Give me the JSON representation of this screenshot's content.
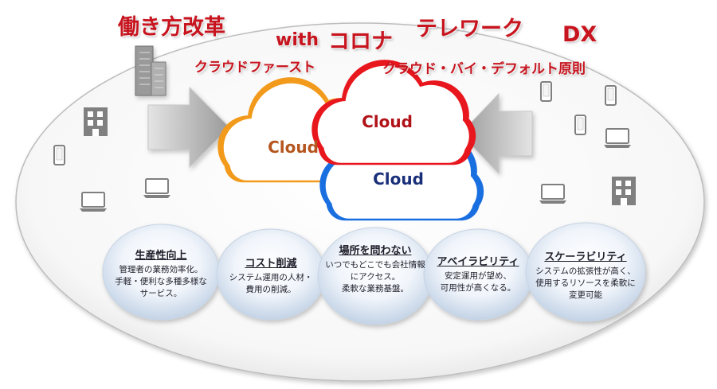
{
  "keywords": {
    "reform": "働き方改革",
    "with": "with",
    "corona": "コロナ",
    "telework": "テレワーク",
    "dx": "DX",
    "cloud_first": "クラウドファースト",
    "cloud_by_default": "クラウド・バイ・デフォルト原則"
  },
  "clouds": {
    "orange": "Cloud",
    "red": "Cloud",
    "blue": "Cloud"
  },
  "features": [
    {
      "title": "生産性向上",
      "desc": "管理者の業務効率化。\n手軽・便利な多種多様な\nサービス。"
    },
    {
      "title": "コスト削減",
      "desc": "システム運用の人材・\n費用の削減。"
    },
    {
      "title": "場所を問わない",
      "desc": "いつでもどこでも会社情報\nにアクセス。\n柔軟な業務基盤。"
    },
    {
      "title": "アベイラビリティ",
      "desc": "安定運用が望め、\n可用性が高くなる。"
    },
    {
      "title": "スケーラビリティ",
      "desc": "システムの拡張性が高く、\n使用するリソースを柔軟に\n変更可能"
    }
  ],
  "colors": {
    "keyword": "#c8141e",
    "cloud_orange": "#f29a1b",
    "cloud_red": "#e8161d",
    "cloud_blue": "#1a6fe0",
    "cloud_text_orange": "#b5551e",
    "cloud_text_red": "#b01217",
    "cloud_text_blue": "#1a2f7a",
    "icon_gray": "#808080"
  }
}
